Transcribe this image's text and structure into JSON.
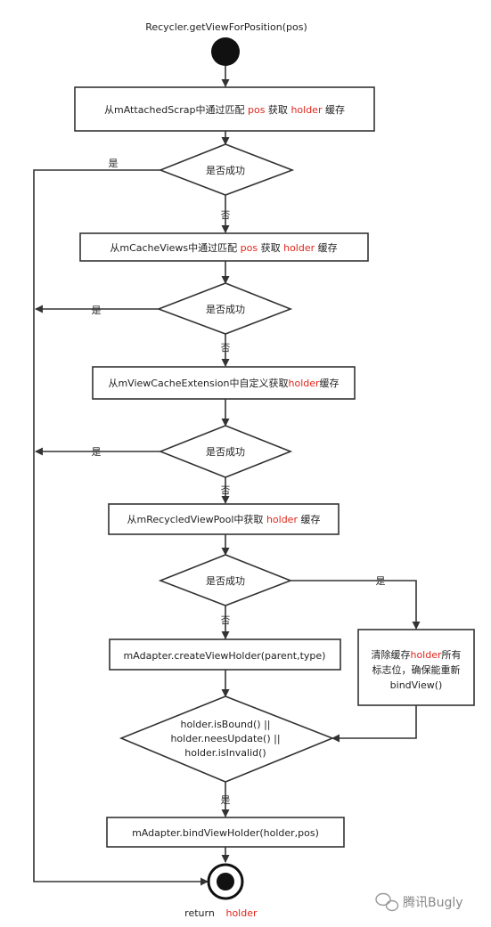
{
  "title": "Recycler.getViewForPosition(pos)",
  "steps": {
    "step1": {
      "pre": "从mAttachedScrap中通过匹配 ",
      "hl1": "pos",
      "mid": " 获取 ",
      "hl2": "holder",
      "post": " 缓存"
    },
    "step2": {
      "pre": "从mCacheViews中通过匹配 ",
      "hl1": "pos",
      "mid": " 获取 ",
      "hl2": "holder",
      "post": " 缓存"
    },
    "step3": {
      "pre": "从mViewCacheExtension中自定义获取",
      "hl": "holder",
      "post": "缓存"
    },
    "step4": {
      "pre": "从mRecycledViewPool中获取 ",
      "hl": "holder",
      "post": " 缓存"
    },
    "create": "mAdapter.createViewHolder(parent,type)",
    "bind": "mAdapter.bindViewHolder(holder,pos)"
  },
  "decisions": {
    "success": "是否成功",
    "check": [
      "holder.isBound() ||",
      "holder.neesUpdate() ||",
      "holder.isInvalid()"
    ]
  },
  "labels": {
    "yes": "是",
    "no": "否"
  },
  "clear_box": {
    "line1_pre": "清除缓存",
    "line1_hl": "holder",
    "line1_post": "所有",
    "line2": "标志位，确保能重新",
    "line3": "bindView()"
  },
  "end": {
    "return": "return",
    "holder": "holder"
  },
  "watermark": "腾讯Bugly",
  "colors": {
    "highlight": "#e0251b",
    "stroke": "#333333"
  }
}
